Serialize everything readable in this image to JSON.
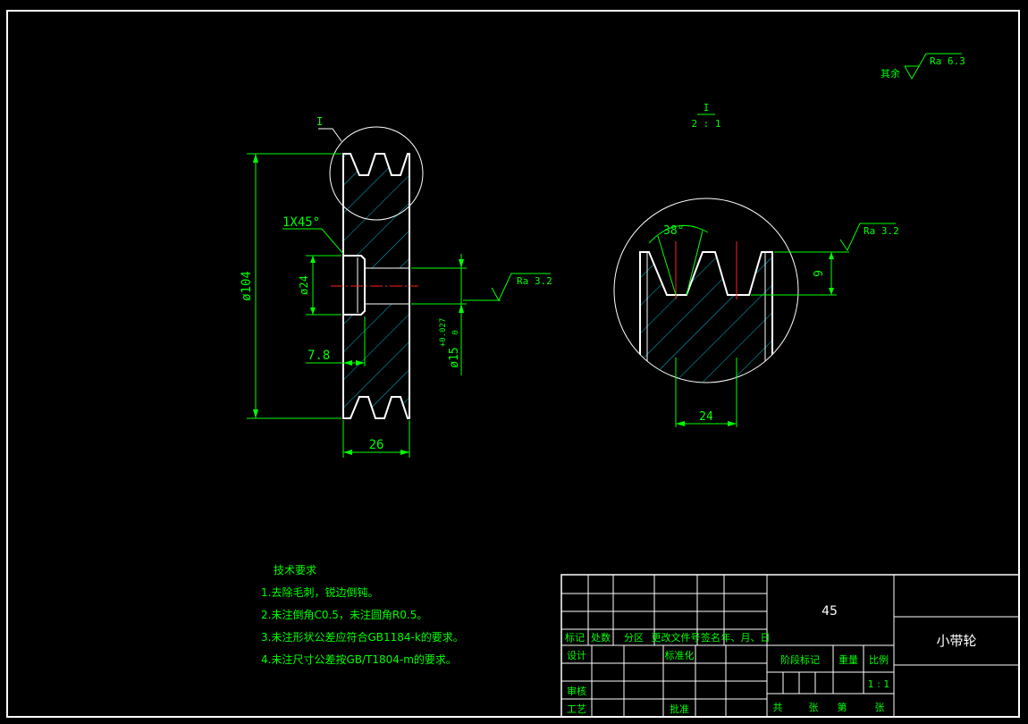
{
  "roughness": {
    "general_prefix": "其余",
    "general": "Ra 6.3",
    "bore": "Ra 3.2",
    "groove": "Ra 3.2"
  },
  "detail": {
    "marker_label": "I",
    "view_title_top": "I",
    "view_title_bottom": "2 : 1"
  },
  "dims": {
    "chamfer": "1X45°",
    "outer_dia": "ø104",
    "hub_dia": "ø24",
    "hub_depth": "7.8",
    "width": "26",
    "bore_dia": "ø15",
    "bore_tol_upper": "+0.027",
    "bore_tol_lower": "0",
    "groove_angle": "38°",
    "groove_depth": "9",
    "groove_span": "24"
  },
  "tech_req": {
    "title": "技术要求",
    "items": [
      "1.去除毛刺，锐边倒钝。",
      "2.未注倒角C0.5，未注圆角R0.5。",
      "3.未注形状公差应符合GB1184-k的要求。",
      "4.未注尺寸公差按GB/T1804-m的要求。"
    ]
  },
  "title_block": {
    "material": "45",
    "part_name": "小带轮",
    "rev_headers": [
      "标记",
      "处数",
      "分区",
      "更改文件号",
      "签名",
      "年、月、日"
    ],
    "design": "设计",
    "standardize": "标准化",
    "check": "审核",
    "process": "工艺",
    "approve": "批准",
    "stage_mark": "阶段标记",
    "weight": "重量",
    "scale": "比例",
    "scale_value": "1 : 1",
    "total": "共",
    "sheets": "张",
    "sheet_no": "第",
    "sheet": "张"
  }
}
